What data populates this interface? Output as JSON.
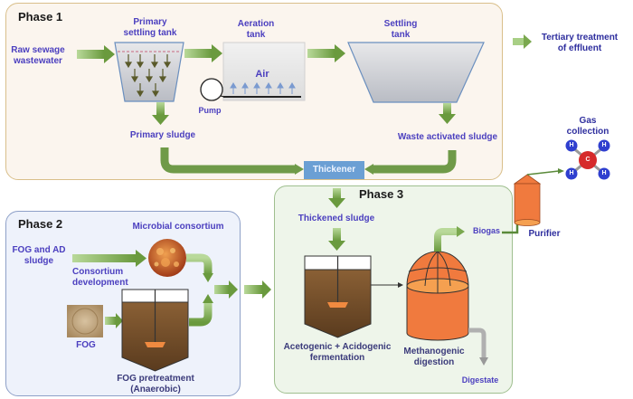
{
  "phases": {
    "phase1": {
      "title": "Phase 1",
      "raw_input": "Raw sewage\nwastewater",
      "primary_settling_tank": "Primary\nsettling tank",
      "aeration_tank": "Aeration\ntank",
      "air_label": "Air",
      "pump_label": "Pump",
      "settling_tank": "Settling\ntank",
      "primary_sludge": "Primary sludge",
      "waste_activated_sludge": "Waste activated sludge",
      "thickener": "Thickener"
    },
    "phase2": {
      "title": "Phase 2",
      "fog_ad_sludge": "FOG and AD\nsludge",
      "microbial_consortium": "Microbial consortium",
      "consortium_development": "Consortium\ndevelopment",
      "fog": "FOG",
      "fog_pretreatment": "FOG pretreatment\n(Anaerobic)"
    },
    "phase3": {
      "title": "Phase 3",
      "thickened_sludge": "Thickened sludge",
      "fermentation": "Acetogenic + Acidogenic\nfermentation",
      "methanogenic": "Methanogenic\ndigestion",
      "biogas": "Biogas",
      "digestate": "Digestate"
    }
  },
  "outputs": {
    "tertiary_treatment": "Tertiary treatment\nof effluent",
    "purifier": "Purifier",
    "gas_collection": "Gas\ncollection",
    "methane_atoms": {
      "center": "C",
      "outer": [
        "H",
        "H",
        "H",
        "H"
      ]
    }
  },
  "colors": {
    "arrow_green": "#7aa84f",
    "label_blue": "#4b3fbf",
    "phase1_bg": "#fbf5ee",
    "phase1_border": "#d9bf8a",
    "phase2_bg": "#eef2fb",
    "phase2_border": "#8ea0c8",
    "phase3_bg": "#eef5ea",
    "phase3_border": "#9fbf8f",
    "thickener_bg": "#6b9fd4",
    "digester_orange": "#f07a3e",
    "sludge_brown": "#7a5530",
    "hydrogen_blue": "#2f3fcf",
    "carbon_red": "#d62a2a"
  }
}
